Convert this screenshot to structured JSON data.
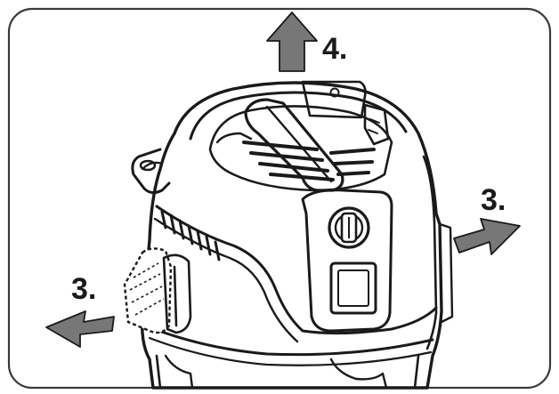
{
  "steps": [
    {
      "id": "lift",
      "label": "4.",
      "direction": "up"
    },
    {
      "id": "unclip-right",
      "label": "3.",
      "direction": "right"
    },
    {
      "id": "unclip-left",
      "label": "3.",
      "direction": "left"
    }
  ],
  "colors": {
    "ink": "#1a1a1a",
    "arrow": "#777777",
    "paper": "#ffffff",
    "frame": "#3a3a3a"
  },
  "icons": {
    "frame": "rounded-frame",
    "device": "vacuum-cleaner-head-icon",
    "arrow": "arrow-icon"
  }
}
